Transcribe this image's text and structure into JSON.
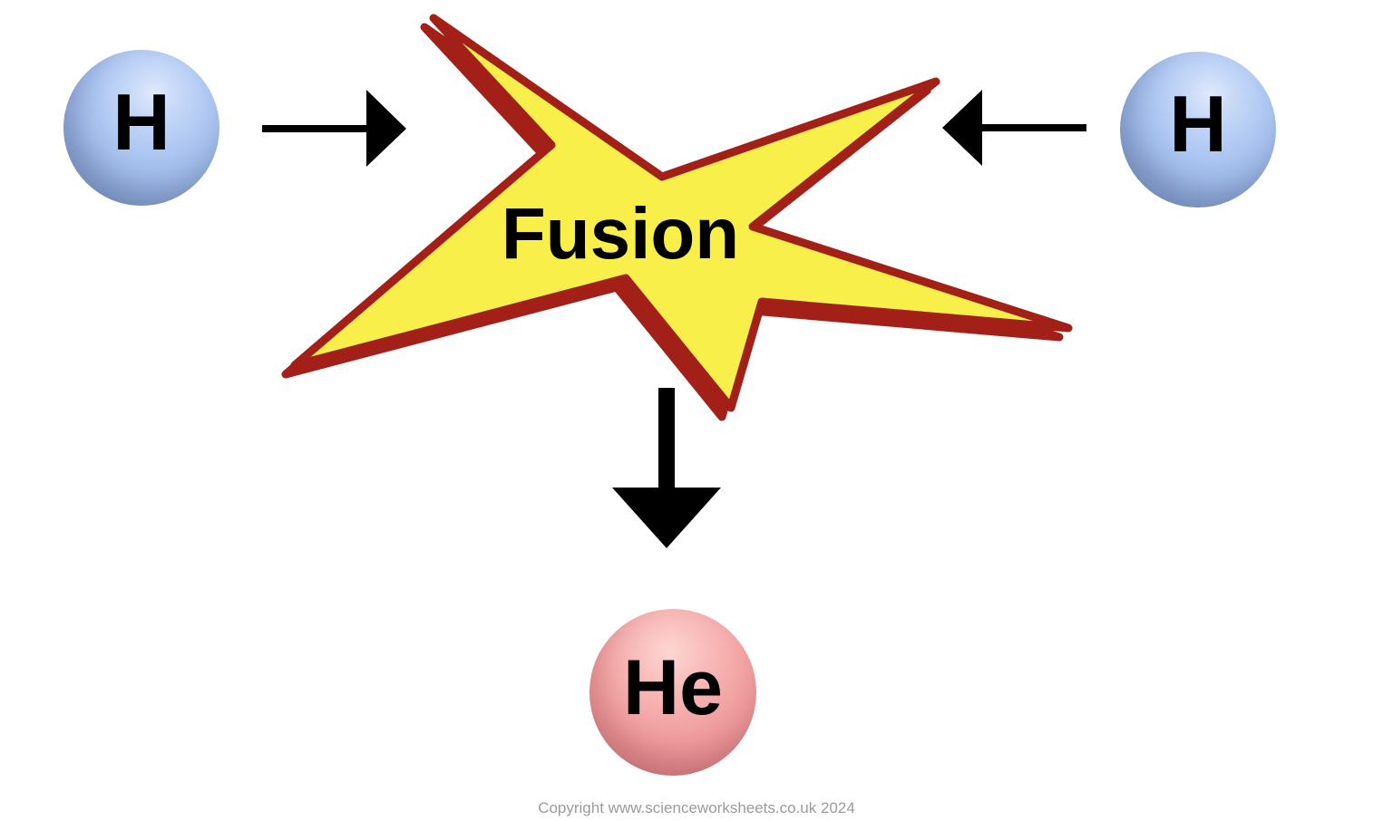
{
  "diagram": {
    "title_implicit": "Fusion",
    "reactants": [
      {
        "symbol": "H"
      },
      {
        "symbol": "H"
      }
    ],
    "fusion_label": "Fusion",
    "product": {
      "symbol": "He"
    }
  },
  "footer": {
    "copyright": "Copyright www.scienceworksheets.co.uk 2024"
  },
  "icons": {
    "arrow_right": "right-arrow",
    "arrow_left": "left-arrow",
    "arrow_down": "down-arrow"
  },
  "colors": {
    "background": "#ffffff",
    "hydrogen_sphere": "#adc7f2",
    "hydrogen_sphere_highlight": "#dfe9fb",
    "hydrogen_sphere_shadow": "#7a90ba",
    "helium_sphere": "#f4a8a8",
    "helium_sphere_highlight": "#fdd6d2",
    "helium_sphere_shadow": "#bd767e",
    "star_fill": "#f8ef4a",
    "star_outline": "#a32019",
    "arrow": "#000000",
    "symbol_text": "#000000",
    "copyright_text": "#9b9b9b"
  }
}
